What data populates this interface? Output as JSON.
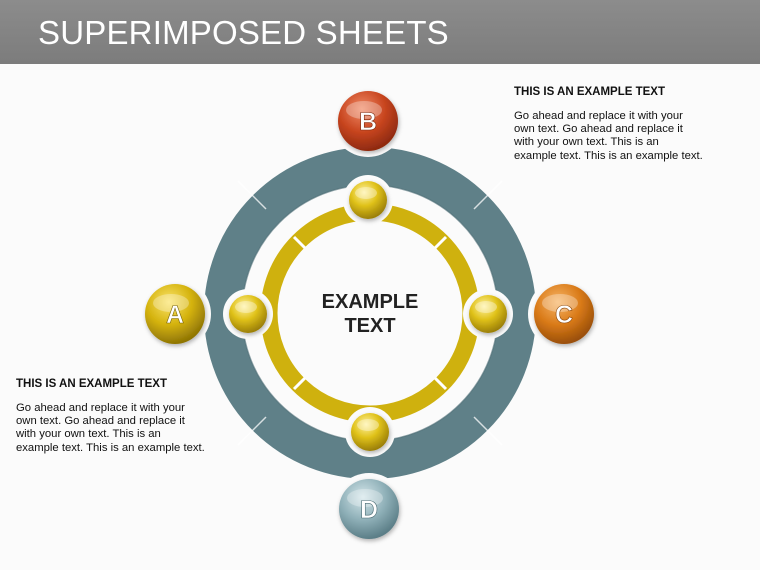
{
  "title": "SUPERIMPOSED SHEETS",
  "center": {
    "line1": "EXAMPLE",
    "line2": "TEXT"
  },
  "nodes": [
    {
      "letter": "A",
      "color": "#d4b20c"
    },
    {
      "letter": "B",
      "color": "#c8451f"
    },
    {
      "letter": "C",
      "color": "#d97a18"
    },
    {
      "letter": "D",
      "color": "#8fb0b8"
    }
  ],
  "text_right": {
    "heading": "THIS IS AN EXAMPLE TEXT",
    "body": "Go ahead and replace it with your own text. Go ahead and replace it with your own text. This is an example text. This is an example text."
  },
  "text_left": {
    "heading": "THIS IS AN EXAMPLE TEXT",
    "body": "Go ahead and replace it with your own text. Go ahead and replace it with your own text. This is an example text. This is an example text."
  },
  "colors": {
    "outer_ring": "#5f8088",
    "inner_ring": "#cfb10e",
    "title_bar": "#858585"
  }
}
